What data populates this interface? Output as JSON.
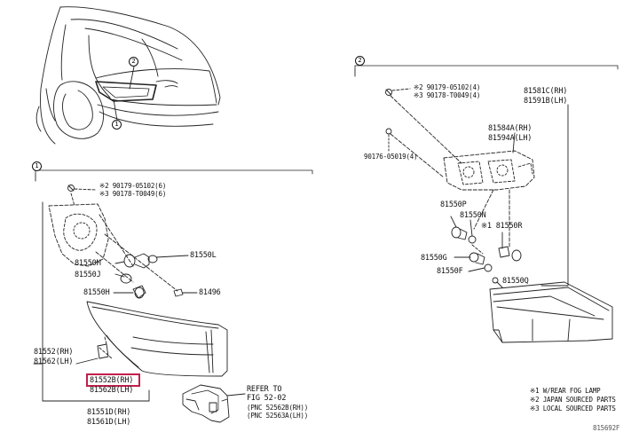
{
  "callouts": {
    "one": "1",
    "two": "2"
  },
  "hardware_left": {
    "screw1": "※2 90179-05102(6)",
    "screw2": "※3 90178-T0049(6)"
  },
  "parts_left": {
    "p81550L": "81550L",
    "p81550M": "81550M",
    "p81550J": "81550J",
    "p81550H": "81550H",
    "p81496": "81496",
    "p81552": "81552(RH)",
    "p81562": "81562(LH)",
    "p81552B": "81552B(RH)",
    "p81562B": "81562B(LH)",
    "p81551D": "81551D(RH)",
    "p81561D": "81561D(LH)"
  },
  "refer": {
    "line1": "REFER TO",
    "line2": "FIG 52-02",
    "line3": "(PNC 52562B(RH))",
    "line4": "(PNC 52563A(LH))"
  },
  "hardware_right": {
    "screw1": "※2 90179-05102(4)",
    "screw2": "※3 90178-T0049(4)",
    "screw3": "90176-05019(4)"
  },
  "parts_right": {
    "p81581C": "81581C(RH)",
    "p81591B": "81591B(LH)",
    "p81584A": "81584A(RH)",
    "p81594A": "81594A(LH)",
    "p81550P": "81550P",
    "p81550N": "81550N",
    "p81550R": "※1 81550R",
    "p81550G": "81550G",
    "p81550F": "81550F",
    "p81550Q": "81550Q"
  },
  "notes": {
    "n1": "※1 W/REAR FOG LAMP",
    "n2": "※2 JAPAN SOURCED PARTS",
    "n3": "※3 LOCAL SOURCED PARTS"
  },
  "figure_code": "815692F"
}
